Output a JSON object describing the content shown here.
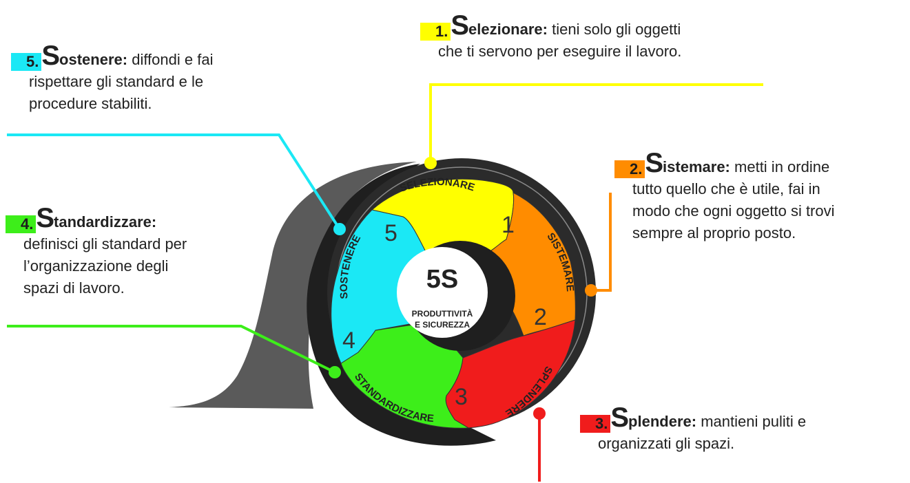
{
  "colors": {
    "yellow": "#ffff00",
    "orange": "#ff8c00",
    "red": "#f01c1c",
    "green": "#3dee1a",
    "cyan": "#1be8f5",
    "ring": "#2b2b2b",
    "tape_dark": "#1f1f1f",
    "tape_grey": "#5a5a5a"
  },
  "center": {
    "title": "5S",
    "subtitle_line1": "PRODUTTIVITÀ",
    "subtitle_line2": "E SICUREZZA"
  },
  "segments": [
    {
      "number": "1",
      "label": "SELEZIONARE"
    },
    {
      "number": "2",
      "label": "SISTEMARE"
    },
    {
      "number": "3",
      "label": "SPLENDERE"
    },
    {
      "number": "4",
      "label": "STANDARDIZZARE"
    },
    {
      "number": "5",
      "label": "SOSTENERE"
    }
  ],
  "steps": [
    {
      "number": "1.",
      "initial": "S",
      "rest": "elezionare:",
      "lines": [
        "tieni solo gli oggetti",
        "che ti servono per eseguire il lavoro."
      ]
    },
    {
      "number": "2.",
      "initial": "S",
      "rest": "istemare:",
      "lines": [
        "metti in ordine",
        "tutto quello che è utile, fai in",
        "modo che ogni oggetto si trovi",
        "sempre al proprio posto."
      ]
    },
    {
      "number": "3.",
      "initial": "S",
      "rest": "plendere:",
      "lines": [
        "mantieni puliti e",
        "organizzati gli spazi."
      ]
    },
    {
      "number": "4.",
      "initial": "S",
      "rest": "tandardizzare:",
      "lines": [
        "definisci gli standard per",
        "l’organizzazione degli",
        "spazi di lavoro."
      ]
    },
    {
      "number": "5.",
      "initial": "S",
      "rest": "ostenere:",
      "lines": [
        "diffondi e fai",
        "rispettare gli standard e le",
        "procedure stabiliti."
      ]
    }
  ]
}
